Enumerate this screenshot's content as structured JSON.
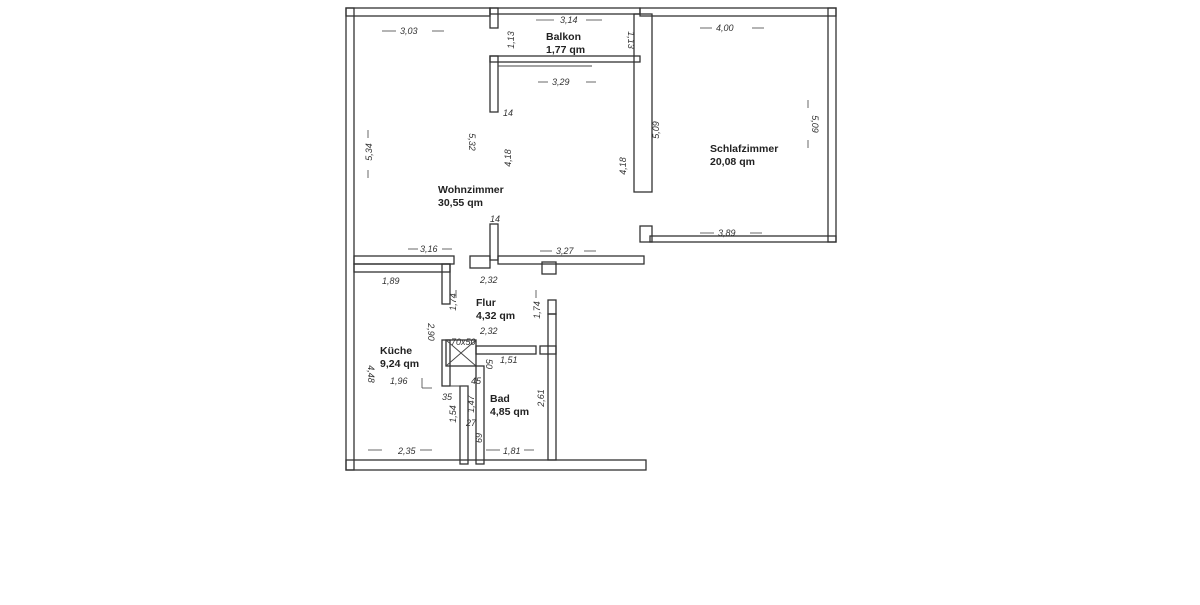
{
  "rooms": {
    "balkon": {
      "name": "Balkon",
      "area": "1,77 qm"
    },
    "wohnzimmer": {
      "name": "Wohnzimmer",
      "area": "30,55 qm"
    },
    "schlafzimmer": {
      "name": "Schlafzimmer",
      "area": "20,08 qm"
    },
    "flur": {
      "name": "Flur",
      "area": "4,32 qm"
    },
    "kueche": {
      "name": "Küche",
      "area": "9,24 qm"
    },
    "bad": {
      "name": "Bad",
      "area": "4,85 qm"
    }
  },
  "dimensions": {
    "wz_top": "3,03",
    "balkon_width": "3,14",
    "balkon_depth_left": "1,13",
    "balkon_depth_right": "1,13",
    "sz_top": "4,00",
    "wz_inner_top": "3,29",
    "wz_height_left": "5,34",
    "wz_height_mid": "5,32",
    "wz_height_inner": "4,18",
    "wz_height_right": "4,18",
    "sz_height_left": "5,09",
    "sz_height_right": "5,09",
    "pillar_top": "14",
    "pillar_bottom": "14",
    "sz_bottom": "3,89",
    "wz_bottom_left": "3,16",
    "wz_bottom_right": "3,27",
    "flur_width": "2,32",
    "flur_width_2": "2,32",
    "flur_height_left": "1,74",
    "flur_height_right": "1,74",
    "kueche_top": "1,89",
    "kueche_height": "4,48",
    "kueche_inner": "2,90",
    "kueche_niche": "1,96",
    "shaft": "70x50",
    "shaft_side": "50",
    "bad_top": "1,51",
    "bad_45": "45",
    "bad_35": "35",
    "bad_147": "1,47",
    "bad_154": "1,54",
    "bad_27": "27",
    "bad_height": "2,61",
    "bad_69": "69",
    "kueche_bottom": "2,35",
    "bad_bottom": "1,81"
  }
}
